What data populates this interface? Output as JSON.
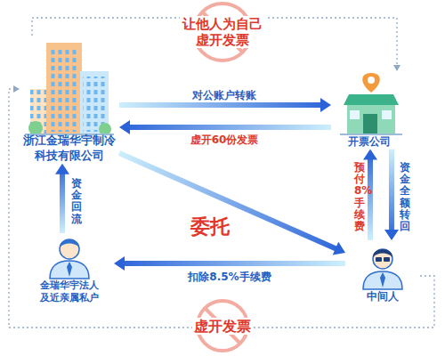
{
  "diagram": {
    "nodes": [
      {
        "text": [
          "浙江金瑞华宇制冷 科技有限公司"
        ]
      },
      {
        "text": [
          "开票公司"
        ]
      },
      {
        "text": [
          "金瑞华宇法人及近亲属私户"
        ]
      },
      {
        "text": [
          "中间人"
        ]
      }
    ],
    "edges": [
      {
        "from": 0,
        "to": 1,
        "label": "对公账户转账",
        "arrow": "to"
      },
      {
        "from": 1,
        "to": 0,
        "label": "虚开60份发票",
        "arrow": "to"
      },
      {
        "from": 0,
        "to": 3,
        "label": "委托",
        "arrow": "to"
      },
      {
        "from": 3,
        "to": 1,
        "label": "预付8%手续费",
        "arrow": "to"
      },
      {
        "from": 1,
        "to": 3,
        "label": "资金全额转回",
        "arrow": "to"
      },
      {
        "from": 3,
        "to": 2,
        "label": "扣除8.5%手续费",
        "arrow": "to"
      },
      {
        "from": 2,
        "to": 0,
        "label": "资金回流",
        "arrow": "to"
      },
      {
        "from": 0,
        "to": 1,
        "label": "让他人为自己 虚开发票",
        "arrow": "to"
      },
      {
        "from": 3,
        "to": 0,
        "label": "虚开发票",
        "arrow": "to"
      }
    ]
  }
}
